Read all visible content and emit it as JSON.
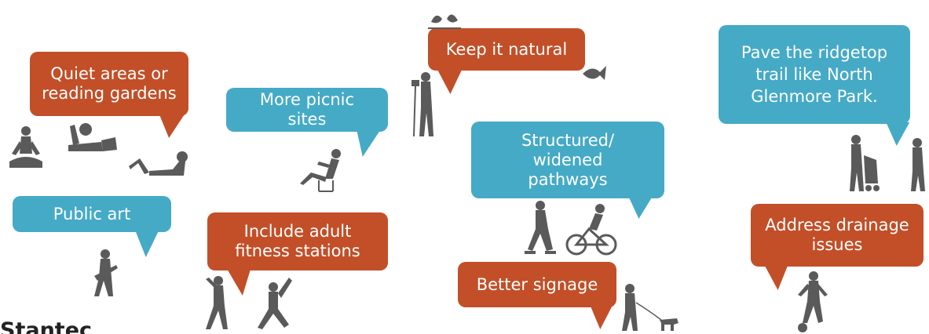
{
  "bubbles": {
    "quiet": "Quiet areas or\nreading gardens",
    "picnic": "More picnic\nsites",
    "public_art": "Public art",
    "fitness": "Include adult\nfitness stations",
    "natural": "Keep it natural",
    "pathways": "Structured/\nwidened\npathways",
    "signage": "Better signage",
    "pave": "Pave the ridgetop\ntrail like North\nGlenmore Park.",
    "drainage": "Address drainage\nissues"
  },
  "logo": {
    "text": "Stantec"
  },
  "colors": {
    "orange": "#c24f28",
    "blue": "#45aac6",
    "figure": "#5a5a5a"
  },
  "figures": [
    "yoga-icon",
    "laptop-reader-icon",
    "reclining-person-icon",
    "chair-sitter-icon",
    "guitarist-icon",
    "fitness-person-icon",
    "photographer-icon",
    "birds-icon",
    "fish-icon",
    "skater-icon",
    "cyclist-icon",
    "dog-walker-icon",
    "stroller-icon",
    "soccer-player-icon"
  ]
}
